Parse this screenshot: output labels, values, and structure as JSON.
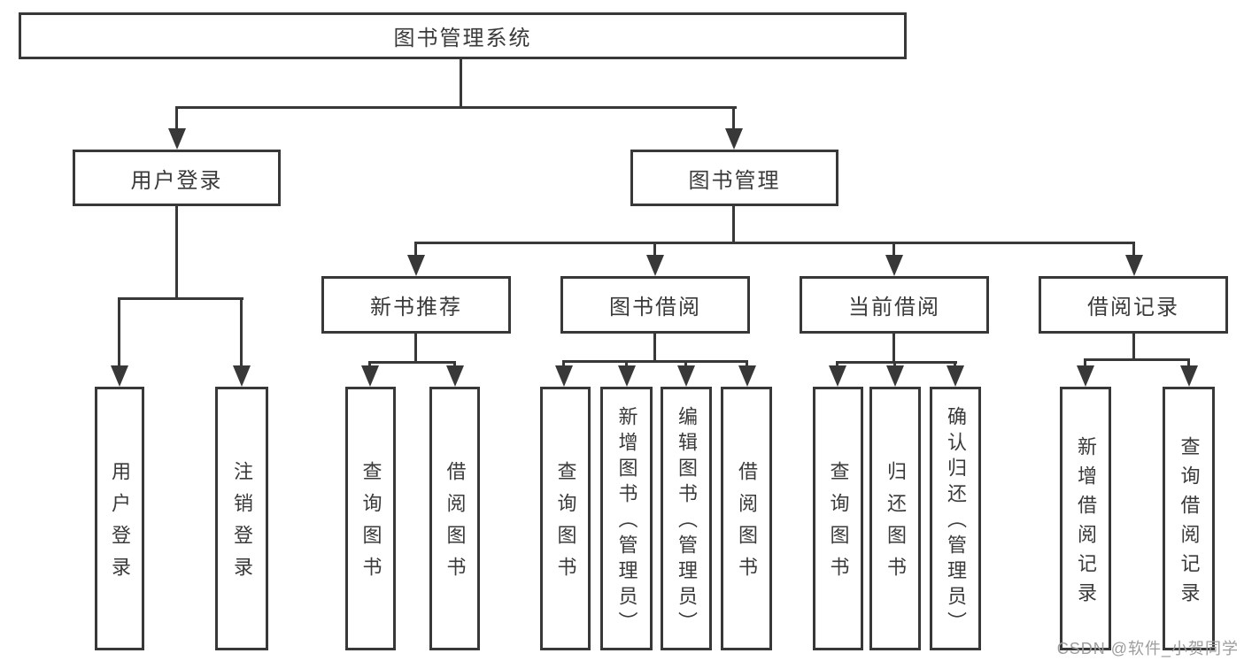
{
  "diagram_type": "hierarchy-tree",
  "nodes": {
    "root": {
      "label": "图书管理系统"
    },
    "user_login": {
      "label": "用户登录"
    },
    "book_mgmt": {
      "label": "图书管理"
    },
    "new_book_rec": {
      "label": "新书推荐"
    },
    "book_borrow": {
      "label": "图书借阅"
    },
    "current_borrow": {
      "label": "当前借阅"
    },
    "borrow_record": {
      "label": "借阅记录"
    },
    "ul_user_login": {
      "label": "用户登录"
    },
    "ul_logout": {
      "label": "注销登录"
    },
    "nb_query_book": {
      "label": "查询图书"
    },
    "nb_borrow_book": {
      "label": "借阅图书"
    },
    "bb_query_book": {
      "label": "查询图书"
    },
    "bb_add_book": {
      "label": "新增图书（管理员）"
    },
    "bb_edit_book": {
      "label": "编辑图书（管理员）"
    },
    "bb_borrow_book": {
      "label": "借阅图书"
    },
    "cb_query_book": {
      "label": "查询图书"
    },
    "cb_return_book": {
      "label": "归还图书"
    },
    "cb_confirm_return": {
      "label": "确认归还（管理员）"
    },
    "br_add_record": {
      "label": "新增借阅记录"
    },
    "br_query_record": {
      "label": "查询借阅记录"
    }
  },
  "hierarchy": {
    "图书管理系统": {
      "用户登录": [
        "用户登录",
        "注销登录"
      ],
      "图书管理": {
        "新书推荐": [
          "查询图书",
          "借阅图书"
        ],
        "图书借阅": [
          "查询图书",
          "新增图书（管理员）",
          "编辑图书（管理员）",
          "借阅图书"
        ],
        "当前借阅": [
          "查询图书",
          "归还图书",
          "确认归还（管理员）"
        ],
        "借阅记录": [
          "新增借阅记录",
          "查询借阅记录"
        ]
      }
    }
  },
  "watermark": {
    "text": "CSDN @软件_小贺同学"
  },
  "colors": {
    "line": "#383838",
    "text": "#3a3a3a",
    "background": "#ffffff",
    "watermark": "#9c9c9c"
  }
}
